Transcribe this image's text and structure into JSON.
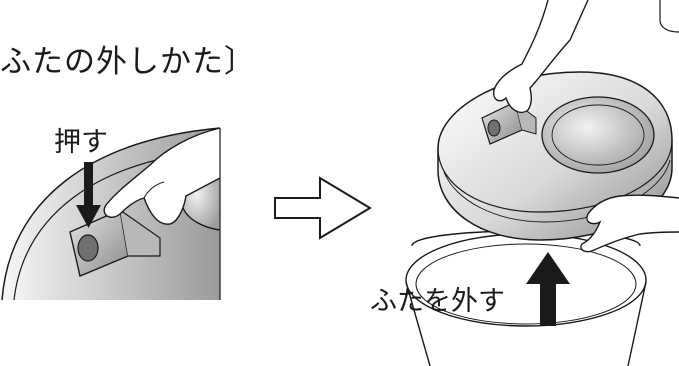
{
  "title": "ふたの外しかた",
  "title_close_bracket": "〕",
  "step1": {
    "label": "押す"
  },
  "step2": {
    "label": "ふたを外す"
  },
  "colors": {
    "line": "#1a1a1a",
    "shade_dark": "#8a8a8a",
    "shade_light": "#f2f2f2"
  }
}
